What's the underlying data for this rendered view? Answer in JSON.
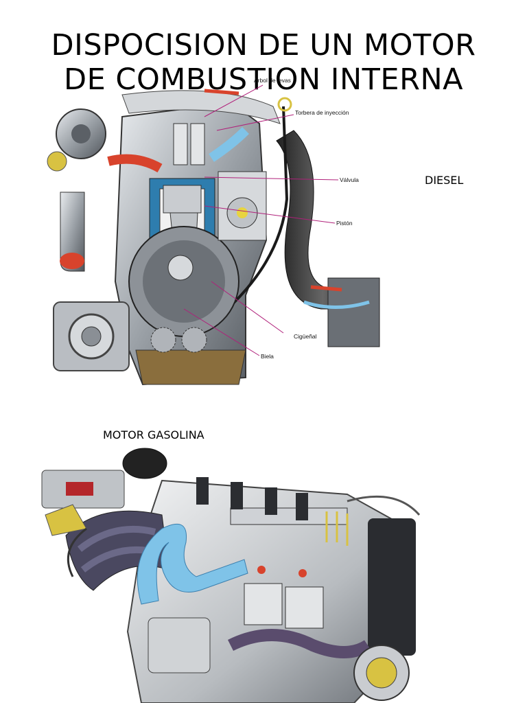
{
  "title": {
    "line1": "DISPOCISION DE UN MOTOR",
    "line2": "DE COMBUSTION INTERNA"
  },
  "diesel": {
    "label": "DIESEL",
    "callouts": {
      "arbol": "Árbol de levas",
      "torbera": "Torbera de inyección",
      "valvula": "Válvula",
      "piston": "Pistón",
      "ciguenal": "Cigüeñal",
      "biela": "Biela"
    }
  },
  "gasolina": {
    "label": "MOTOR GASOLINA"
  },
  "colors": {
    "intake_blue": "#7fc3e8",
    "exhaust_red": "#d8432c",
    "callout_line": "#b0207a",
    "metal": "#9aa0a6",
    "dark_metal": "#3c3f44"
  }
}
